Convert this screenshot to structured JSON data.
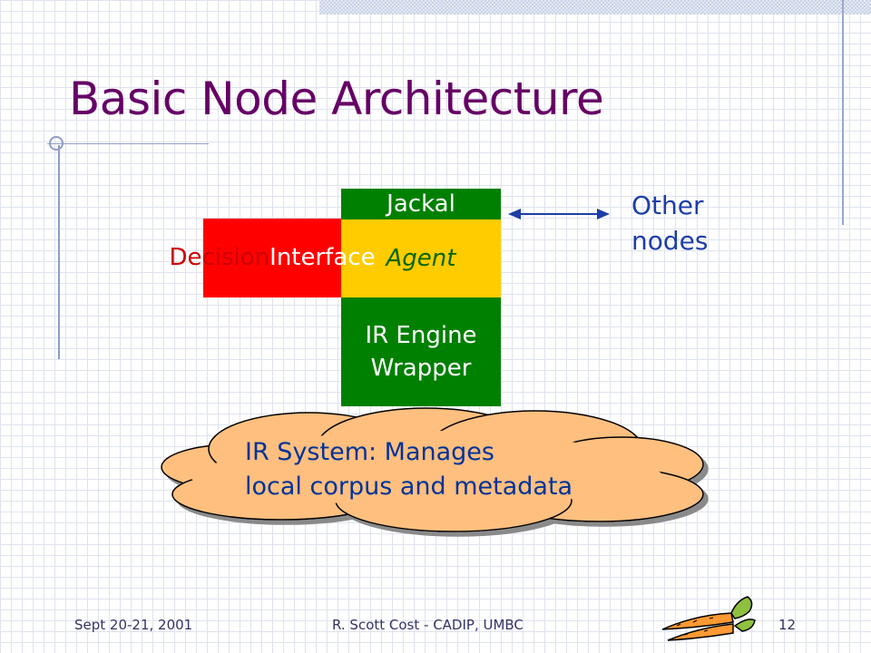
{
  "slide": {
    "title": "Basic Node Architecture"
  },
  "diagram": {
    "jackal": "Jackal",
    "agent": "Agent",
    "decision_line1": "Decision",
    "decision_line2": "Interface",
    "ir_engine": "IR Engine\nWrapper",
    "other_nodes": "Other\nnodes",
    "cloud_text": "IR System:  Manages\nlocal corpus and metadata"
  },
  "footer": {
    "date": "Sept 20-21, 2001",
    "author": "R. Scott Cost - CADIP, UMBC",
    "page": "12"
  },
  "colors": {
    "title": "#660066",
    "jackal_green": "#008000",
    "agent_yellow": "#ffcc00",
    "decision_red": "#ff0000",
    "cloud_fill": "#ffbf7f",
    "text_blue": "#1d3ea8"
  }
}
